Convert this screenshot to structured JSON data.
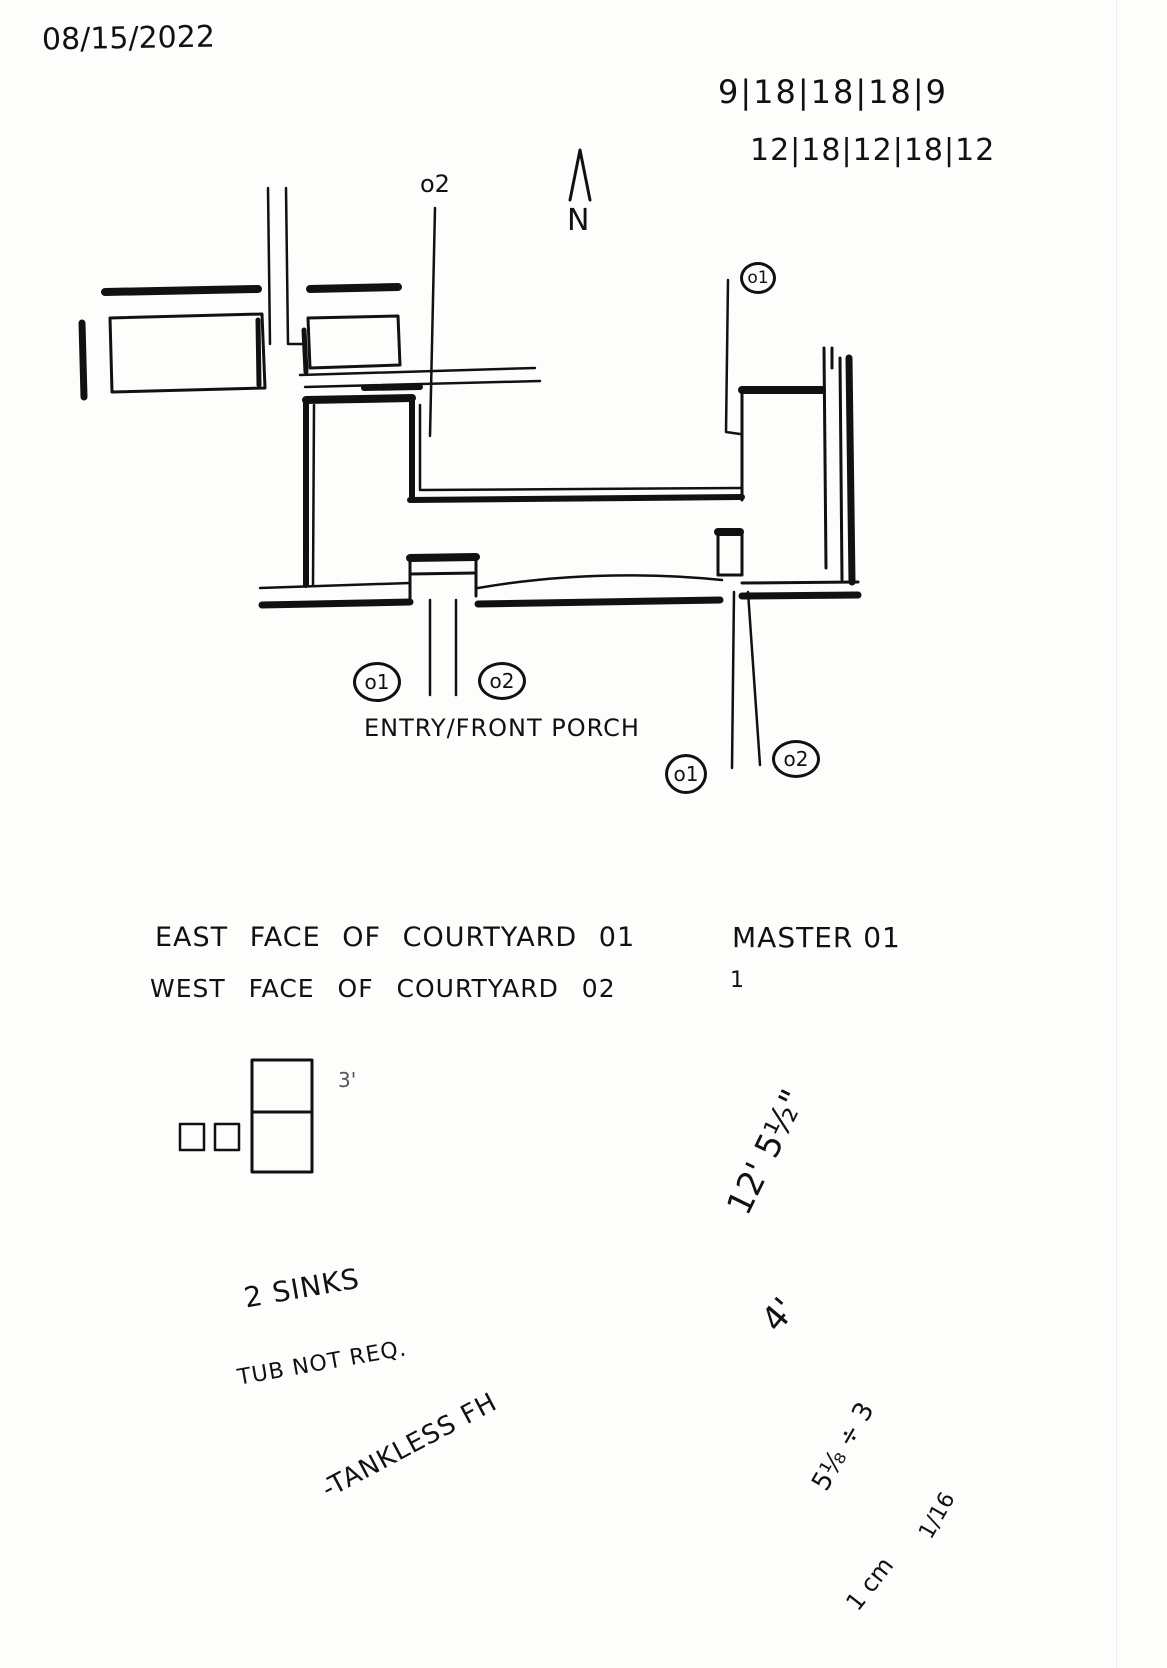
{
  "date": "08/15/2022",
  "dimension_rows": [
    "9|18|18|18|9",
    "12|18|12|18|12"
  ],
  "north_label": "N",
  "markers": {
    "top_o2": "o2",
    "east_o1": "o1",
    "entry_o1": "o1",
    "entry_o2": "o2",
    "south_o1": "o1",
    "south_o2": "o2"
  },
  "entry_label": "ENTRY/FRONT PORCH",
  "notes": {
    "east_face": "EAST FACE OF COURTYARD 01",
    "west_face": "WEST FACE OF COURTYARD 02",
    "master": "MASTER 01",
    "master_sub": "1",
    "sinks": "2 SINKS",
    "tub": "TUB NOT REQ.",
    "tankless": "-TANKLESS FH",
    "height": "12' 5½\"",
    "four": "4'",
    "calc": "5⅛ ÷ 3",
    "sixteenth": "1/16",
    "unit": "1 cm",
    "tiny_mark": "3'"
  }
}
